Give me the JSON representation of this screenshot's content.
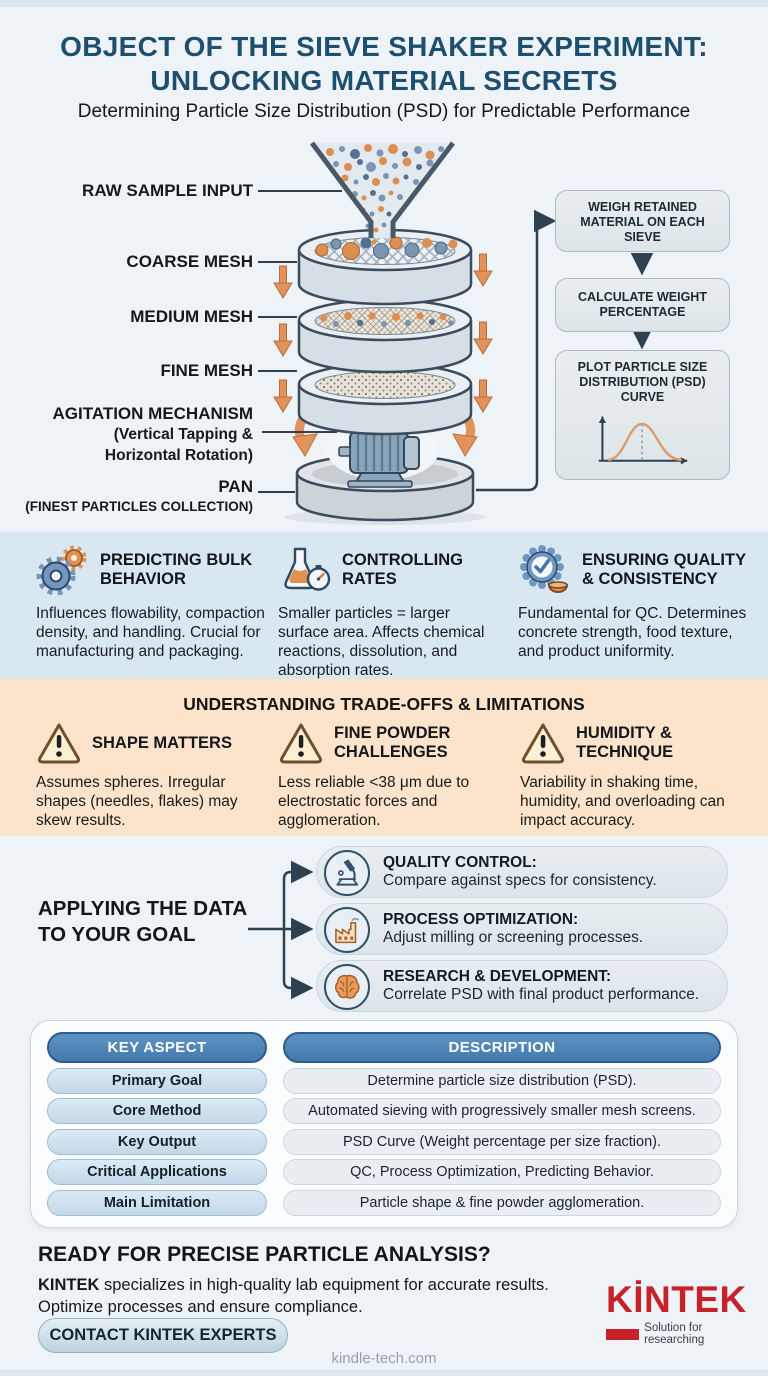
{
  "header": {
    "title_line1": "OBJECT OF THE SIEVE SHAKER EXPERIMENT:",
    "title_line2": "UNLOCKING MATERIAL SECRETS",
    "subtitle": "Determining Particle Size Distribution (PSD) for Predictable Performance"
  },
  "diagram": {
    "labels": {
      "raw_input": "RAW SAMPLE INPUT",
      "coarse": "COARSE MESH",
      "medium": "MEDIUM MESH",
      "fine": "FINE MESH",
      "agitation": "AGITATION MECHANISM",
      "agitation_sub1": "(Vertical Tapping &",
      "agitation_sub2": "Horizontal Rotation)",
      "pan": "PAN",
      "pan_sub": "(FINEST PARTICLES COLLECTION)"
    },
    "flow_steps": [
      "WEIGH RETAINED MATERIAL ON EACH SIEVE",
      "CALCULATE WEIGHT PERCENTAGE",
      "PLOT PARTICLE SIZE DISTRIBUTION (PSD) CURVE"
    ],
    "flow_step3_icon": "psd-curve-icon"
  },
  "benefits": {
    "items": [
      {
        "icon": "gears-icon",
        "title": "PREDICTING BULK BEHAVIOR",
        "text": "Influences flowability, compaction density, and handling. Crucial for manufacturing and packaging."
      },
      {
        "icon": "flask-stopwatch-icon",
        "title": "CONTROLLING RATES",
        "text": "Smaller particles = larger surface area. Affects chemical reactions, dissolution, and absorption rates."
      },
      {
        "icon": "quality-badge-icon",
        "title": "ENSURING QUALITY & CONSISTENCY",
        "text": "Fundamental for QC. Determines concrete strength, food texture, and product uniformity."
      }
    ]
  },
  "tradeoffs": {
    "heading": "UNDERSTANDING TRADE-OFFS & LIMITATIONS",
    "items": [
      {
        "icon": "warning-triangle-icon",
        "title": "SHAPE MATTERS",
        "text": "Assumes spheres. Irregular shapes (needles, flakes) may skew results."
      },
      {
        "icon": "warning-triangle-icon",
        "title": "FINE POWDER CHALLENGES",
        "text": "Less reliable <38 μm due to electrostatic forces and agglomeration."
      },
      {
        "icon": "warning-triangle-icon",
        "title": "HUMIDITY & TECHNIQUE",
        "text": "Variability in shaking time, humidity, and overloading can impact accuracy."
      }
    ]
  },
  "applying": {
    "heading_line1": "APPLYING THE DATA",
    "heading_line2": "TO YOUR GOAL",
    "items": [
      {
        "icon": "microscope-icon",
        "title": "QUALITY CONTROL:",
        "text": "Compare against specs for consistency."
      },
      {
        "icon": "factory-icon",
        "title": "PROCESS OPTIMIZATION:",
        "text": "Adjust milling or screening processes."
      },
      {
        "icon": "brain-icon",
        "title": "RESEARCH & DEVELOPMENT:",
        "text": "Correlate PSD with final product performance."
      }
    ]
  },
  "table": {
    "headers": [
      "KEY ASPECT",
      "DESCRIPTION"
    ],
    "rows": [
      {
        "aspect": "Primary Goal",
        "description": "Determine particle size distribution (PSD)."
      },
      {
        "aspect": "Core Method",
        "description": "Automated sieving with progressively smaller mesh screens."
      },
      {
        "aspect": "Key Output",
        "description": "PSD Curve (Weight percentage per size fraction)."
      },
      {
        "aspect": "Critical Applications",
        "description": "QC, Process Optimization, Predicting Behavior."
      },
      {
        "aspect": "Main Limitation",
        "description": "Particle shape & fine powder agglomeration."
      }
    ]
  },
  "cta": {
    "heading": "READY FOR PRECISE PARTICLE ANALYSIS?",
    "body_bold": "KINTEK",
    "body_rest": " specializes in high-quality lab equipment for accurate results.",
    "body_line2": "Optimize processes and ensure compliance.",
    "button": "CONTACT KINTEK EXPERTS"
  },
  "brand": {
    "logo": "KİNTEK",
    "tagline": "Solution for researching"
  },
  "footer": {
    "url": "kindle-tech.com"
  },
  "colors": {
    "title_blue": "#1f4f6e",
    "band_blue": "#d9e7f1",
    "band_orange": "#fbe4cb",
    "table_header_blue": "#4d86ba",
    "brand_red": "#c5222a",
    "accent_orange": "#e2925a"
  }
}
